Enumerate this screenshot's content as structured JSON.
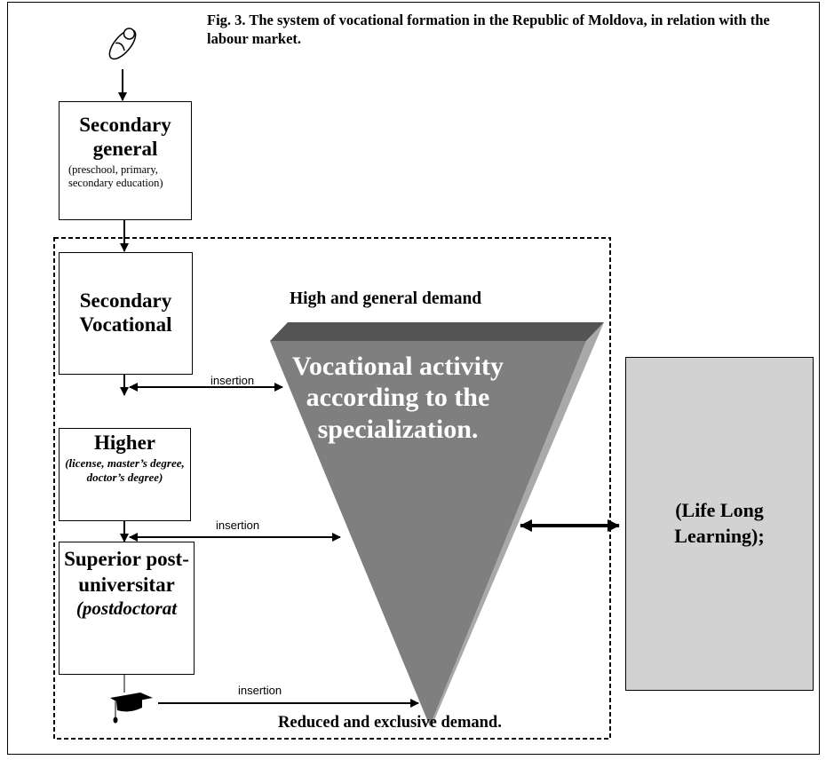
{
  "figure": {
    "title": "Fig. 3.  The system of vocational formation in the Republic of Moldova, in relation with the labour market."
  },
  "nodes": {
    "secondary_general": {
      "title": "Secondary general",
      "subtitle": "(preschool, primary, secondary education)"
    },
    "secondary_vocational": {
      "title": "Secondary Vocational"
    },
    "higher": {
      "title": "Higher",
      "subtitle": "(license, master’s degree, doctor’s degree)"
    },
    "superior": {
      "title": "Superior post-universitar",
      "subtitle": "(postdoctorat"
    },
    "vocational_activity": {
      "title": "Vocational activity according to the specialization."
    },
    "life_long_learning": {
      "title": "(Life Long Learning);"
    }
  },
  "labels": {
    "high_demand": "High and general demand",
    "reduced_demand": "Reduced and exclusive demand."
  },
  "edges": [
    {
      "from": "secondary_vocational",
      "to": "vocational_activity",
      "label": "insertion"
    },
    {
      "from": "higher",
      "to": "vocational_activity",
      "label": "insertion"
    },
    {
      "from": "superior",
      "to": "vocational_activity",
      "label": "insertion"
    }
  ],
  "colors": {
    "triangle_front": "#7f7f7f",
    "triangle_top": "#545454",
    "triangle_side": "#a9a9a9",
    "lll_fill": "#d2d2d2"
  },
  "icons": {
    "start": "infant-icon",
    "end": "graduation-cap-icon"
  }
}
